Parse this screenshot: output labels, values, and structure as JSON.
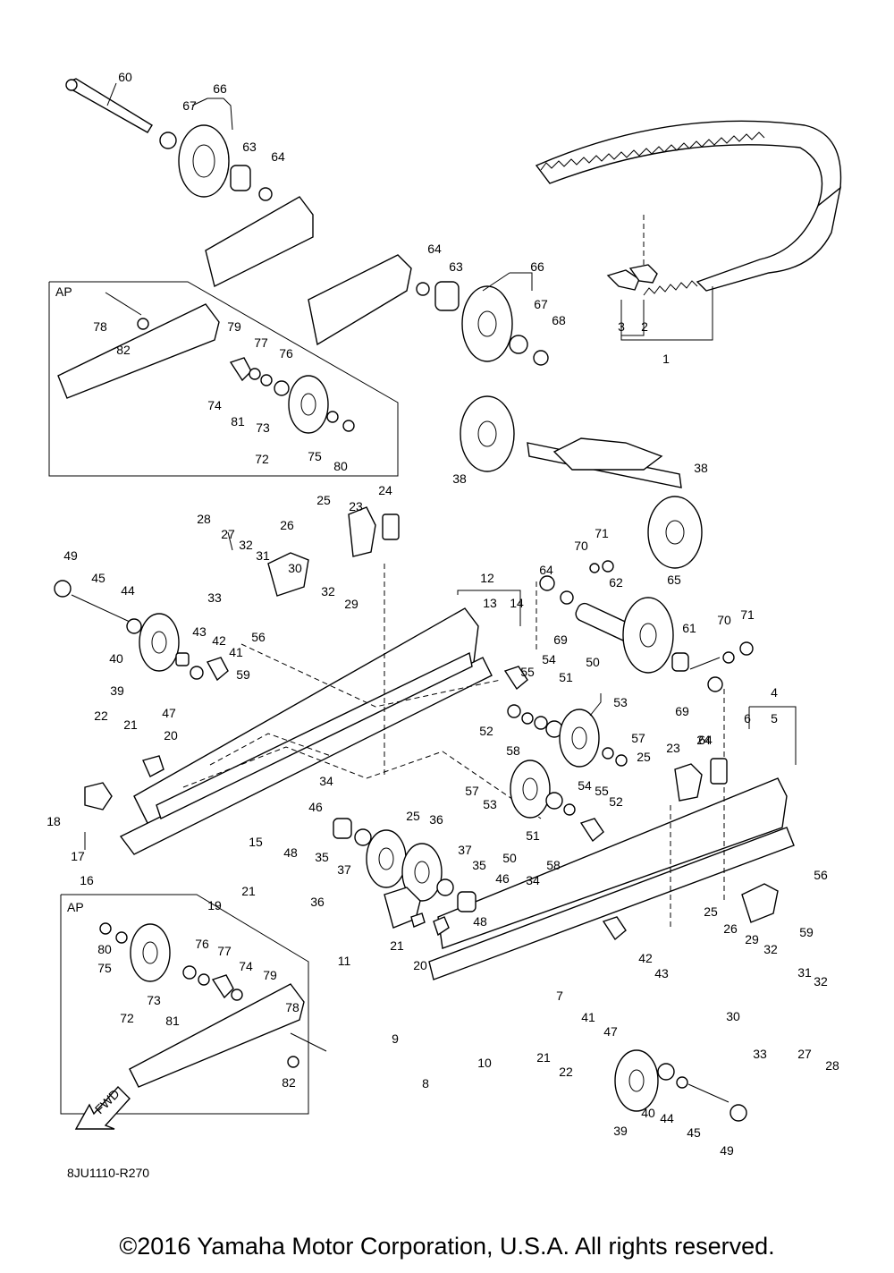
{
  "diagram": {
    "drawing_code": "8JU1110-R270",
    "copyright": "©2016 Yamaha Motor Corporation, U.S.A. All rights reserved.",
    "inset_label": "AP",
    "direction_label": "FWD",
    "callouts": [
      "1",
      "2",
      "3",
      "4",
      "5",
      "6",
      "7",
      "8",
      "9",
      "10",
      "11",
      "12",
      "13",
      "14",
      "15",
      "16",
      "17",
      "18",
      "19",
      "20",
      "21",
      "22",
      "23",
      "24",
      "25",
      "26",
      "27",
      "28",
      "29",
      "30",
      "31",
      "32",
      "33",
      "34",
      "35",
      "36",
      "37",
      "38",
      "39",
      "40",
      "41",
      "42",
      "43",
      "44",
      "45",
      "46",
      "47",
      "48",
      "49",
      "50",
      "51",
      "52",
      "53",
      "54",
      "55",
      "56",
      "57",
      "58",
      "59",
      "60",
      "61",
      "62",
      "63",
      "64",
      "65",
      "66",
      "67",
      "68",
      "69",
      "70",
      "71",
      "72",
      "73",
      "74",
      "75",
      "76",
      "77",
      "78",
      "79",
      "80",
      "81",
      "82"
    ]
  }
}
